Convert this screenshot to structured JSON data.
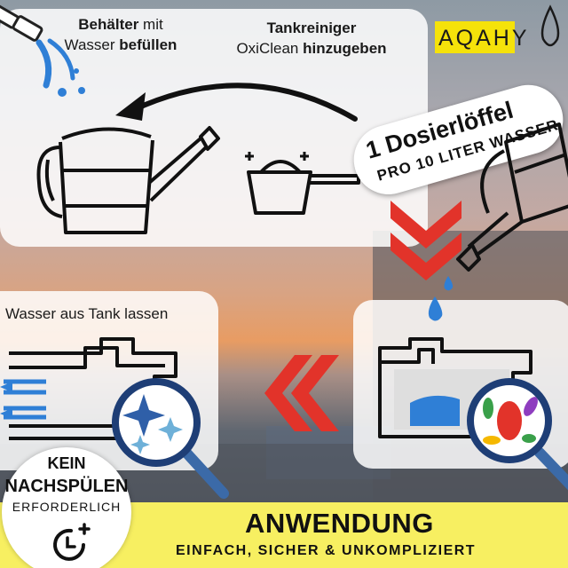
{
  "brand": {
    "logo": "AQAHY",
    "accent_yellow": "#f5e20a"
  },
  "step_fill": {
    "part1": "Behälter",
    "part2": " mit",
    "part3": "Wasser ",
    "part4": "befüllen"
  },
  "step_add": {
    "part1": "Tankreiniger",
    "part2": "OxiClean ",
    "part3": "hinzugeben"
  },
  "dosage": {
    "line1": "1 Dosierlöffel",
    "line2": "PRO 10 LITER WASSER"
  },
  "step_drain": {
    "label": "Wasser aus Tank lassen"
  },
  "badge": {
    "line1": "KEIN",
    "line2": "NACHSPÜLEN",
    "line3": "ERFORDERLICH"
  },
  "footer": {
    "headline": "ANWENDUNG",
    "subline": "EINFACH, SICHER & UNKOMPLIZIERT",
    "bar_color": "#f7ef61"
  },
  "arrow_color": "#e2332a",
  "water_color": "#2f7fd6",
  "icons": [
    "water-hose-icon",
    "watering-can-icon",
    "measuring-scoop-icon",
    "water-drop-icon",
    "tank-icon",
    "magnifier-sparkle-icon",
    "magnifier-bacteria-icon",
    "timer-plus-icon"
  ]
}
